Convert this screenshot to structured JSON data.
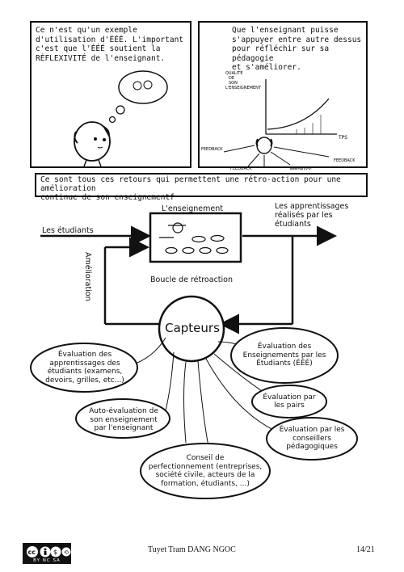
{
  "panel_left": {
    "text_line1": "Ce n'est qu'un exemple",
    "text_line2": "d'utilisation d'ÉÉÉ. L'important",
    "text_line3": "c'est que l'ÉÉÉ soutient la",
    "text_line4": "RÉFLEXIVITÉ de l'enseignant."
  },
  "panel_right": {
    "text_line1": "Que l'enseignant puisse",
    "text_line2": "s'appuyer entre autre dessus",
    "text_line3": "pour réfléchir sur sa pédagogie",
    "text_line4": "et s'améliorer.",
    "axis_y_label_1": "QUALITÉ",
    "axis_y_label_2": "DE",
    "axis_y_label_3": "SON",
    "axis_y_label_4": "L'ENSEIGNEMENT",
    "axis_x_label": "TPS",
    "feedback_label": "FEEDBACK"
  },
  "banner": {
    "line1": "Ce sont tous ces retours qui permettent une rétro-action pour une amélioration",
    "line2": "continue de son enseignementf"
  },
  "diagram": {
    "teaching_label": "L'enseignement",
    "input_label": "Les étudiants",
    "output_line1": "Les apprentissages",
    "output_line2": "réalisés par les",
    "output_line3": "étudiants",
    "loop_label": "Boucle de rétroaction",
    "improve_label": "Amélioration",
    "sensors_label": "Capteurs",
    "ovals": [
      {
        "l1": "Évaluation des",
        "l2": "apprentissages des",
        "l3": "étudiants (examens,",
        "l4": "devoirs, grilles, etc...)"
      },
      {
        "l1": "Auto-évaluation de",
        "l2": "son enseignement",
        "l3": "par l'enseignant"
      },
      {
        "l1": "Conseil de",
        "l2": "perfectionnement (entreprises,",
        "l3": "société civile, acteurs de la",
        "l4": "formation, étudiants, ...)"
      },
      {
        "l1": "Évaluation des",
        "l2": "Enseignements par les",
        "l3": "Étudiants (ÉÉÉ)"
      },
      {
        "l1": "Évaluation par",
        "l2": "les pairs"
      },
      {
        "l1": "Évaluation par les",
        "l2": "conseillers",
        "l3": "pédagogiques"
      }
    ]
  },
  "footer": {
    "author": "Tuyet Tram DANG NGOC",
    "page": "14/21",
    "license_text": "BY NC SA"
  }
}
